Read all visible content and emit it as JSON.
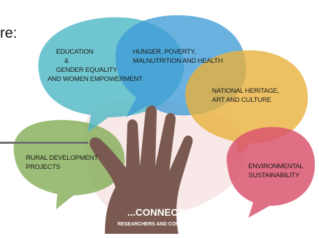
{
  "truncated_heading": "re:",
  "bubbles": {
    "education": {
      "line1": "EDUCATION",
      "line2": "&",
      "line3": "GENDER EQUALITY",
      "line4": "AND WOMEN EMPOWERMENT",
      "color": "#4cb8c4"
    },
    "hunger": {
      "line1": "HUNGER, POVERTY,",
      "line2": "MALNUTRITION AND HEALTH",
      "color": "#3f9bd6"
    },
    "heritage": {
      "line1": "NATIONAL HERITAGE,",
      "line2": "ART AND CULTURE",
      "color": "#e8b23c"
    },
    "rural": {
      "line1": "RURAL DEVELOPMENT",
      "line2": "PROJECTS",
      "color": "#8ab25f"
    },
    "environment": {
      "line1": "ENVIRONMENTAL",
      "line2": "SUSTAINABILITY",
      "color": "#d9566f"
    }
  },
  "hand": {
    "line1": "...CONNECTING",
    "line2": "RESEARCHERS AND CORPORATES",
    "color": "#7a5a50"
  }
}
